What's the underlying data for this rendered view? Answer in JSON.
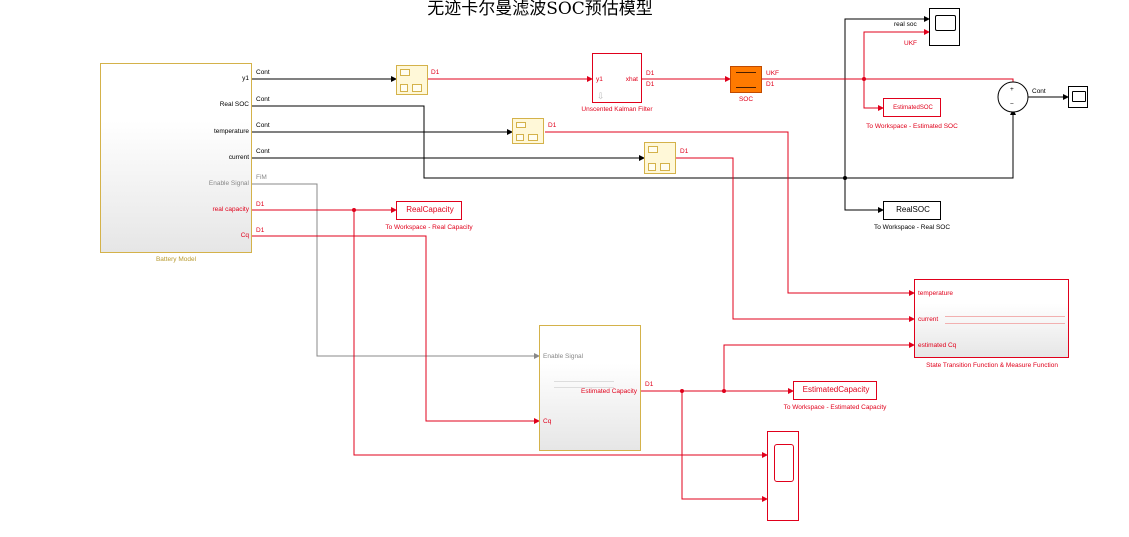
{
  "title": "无迹卡尔曼滤波SOC预估模型",
  "colors": {
    "signal_red": "#e0001b",
    "signal_black": "#000000",
    "signal_gray": "#888888",
    "subsystem_gold": "#d4b24a",
    "soc_block_orange": "#ff7a00"
  },
  "battery_model": {
    "name": "Battery Model",
    "outputs": [
      "y1",
      "Real SOC",
      "temperature",
      "current",
      "Enable Signal",
      "real capacity",
      "Cq"
    ],
    "rates": [
      "Cont",
      "Cont",
      "Cont",
      "Cont",
      "FiM",
      "D1",
      "D1"
    ]
  },
  "ukf": {
    "name": "Unscented Kalman Filter",
    "in_port": "y1",
    "out_port": "xhat",
    "in_rate": "D1",
    "out_rates": [
      "D1",
      "D1"
    ]
  },
  "soc_block": {
    "name": "SOC",
    "out_rates": [
      "UKF",
      "D1"
    ]
  },
  "scope_top": {
    "labels": [
      "real soc",
      "UKF"
    ]
  },
  "to_ws_est_soc": {
    "value": "EstimatedSOC",
    "name": "To Workspace - Estimated SOC"
  },
  "sum_block": {
    "signs": [
      "+",
      "−"
    ],
    "out_rate": "Cont"
  },
  "to_ws_real_soc": {
    "value": "RealSOC",
    "name": "To Workspace - Real SOC"
  },
  "to_ws_real_cap": {
    "value": "RealCapacity",
    "name": "To Workspace - Real Capacity"
  },
  "rt_rates": [
    "D1",
    "D1",
    "D1"
  ],
  "state_fn": {
    "name": "State Transition Function & Measure Function",
    "inputs": [
      "temperature",
      "current",
      "estimated Cq"
    ]
  },
  "capacity_est": {
    "inputs": [
      "Enable Signal",
      "Cq"
    ],
    "output": "Estimated Capacity",
    "out_rate": "D1"
  },
  "to_ws_est_cap": {
    "value": "EstimatedCapacity",
    "name": "To Workspace - Estimated Capacity"
  }
}
